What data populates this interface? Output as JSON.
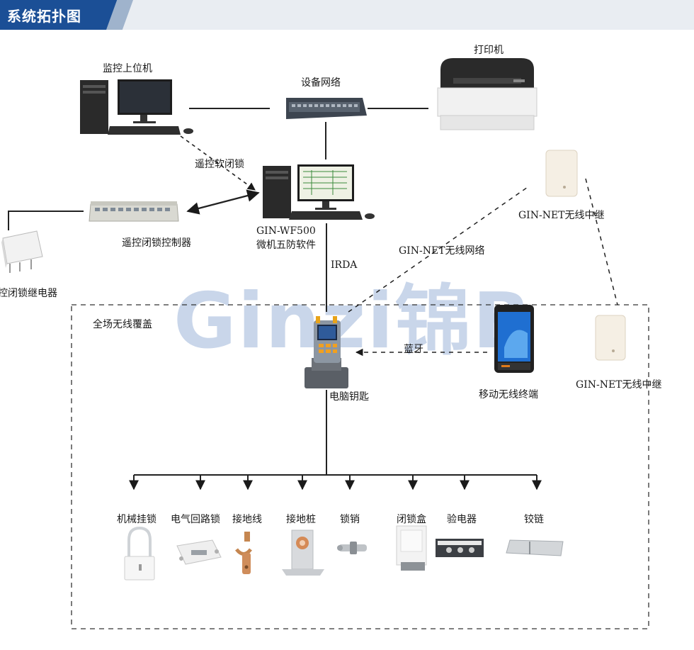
{
  "header": {
    "title": "系统拓扑图"
  },
  "watermark": {
    "text": "Ginzi锦B"
  },
  "devices": {
    "host_pc": "监控上位机",
    "switch": "设备网络",
    "printer": "打印机",
    "remote_soft_lock": "遥控软闭锁",
    "wf500_model": "GIN-WF500",
    "wf500_name": "微机五防软件",
    "remote_controller": "遥控闭锁控制器",
    "relay": "控闭锁继电器",
    "irda": "IRDA",
    "gin_net_network": "GIN-NET无线网络",
    "relay_top": "GIN-NET无线中继",
    "relay_bottom": "GIN-NET无线中继",
    "coverage": "全场无线覆盖",
    "bluetooth": "蓝牙",
    "computer_key": "电脑钥匙",
    "mobile_terminal": "移动无线终端"
  },
  "locks": [
    {
      "label": "机械挂锁"
    },
    {
      "label": "电气回路锁"
    },
    {
      "label": "接地线"
    },
    {
      "label": "接地桩"
    },
    {
      "label": "锁销"
    },
    {
      "label": "闭锁盒"
    },
    {
      "label": "验电器"
    },
    {
      "label": "铰链"
    }
  ],
  "colors": {
    "header_blue": "#1b4f96",
    "header_bg": "#e9edf2",
    "watermark": "#c9d6ea"
  }
}
